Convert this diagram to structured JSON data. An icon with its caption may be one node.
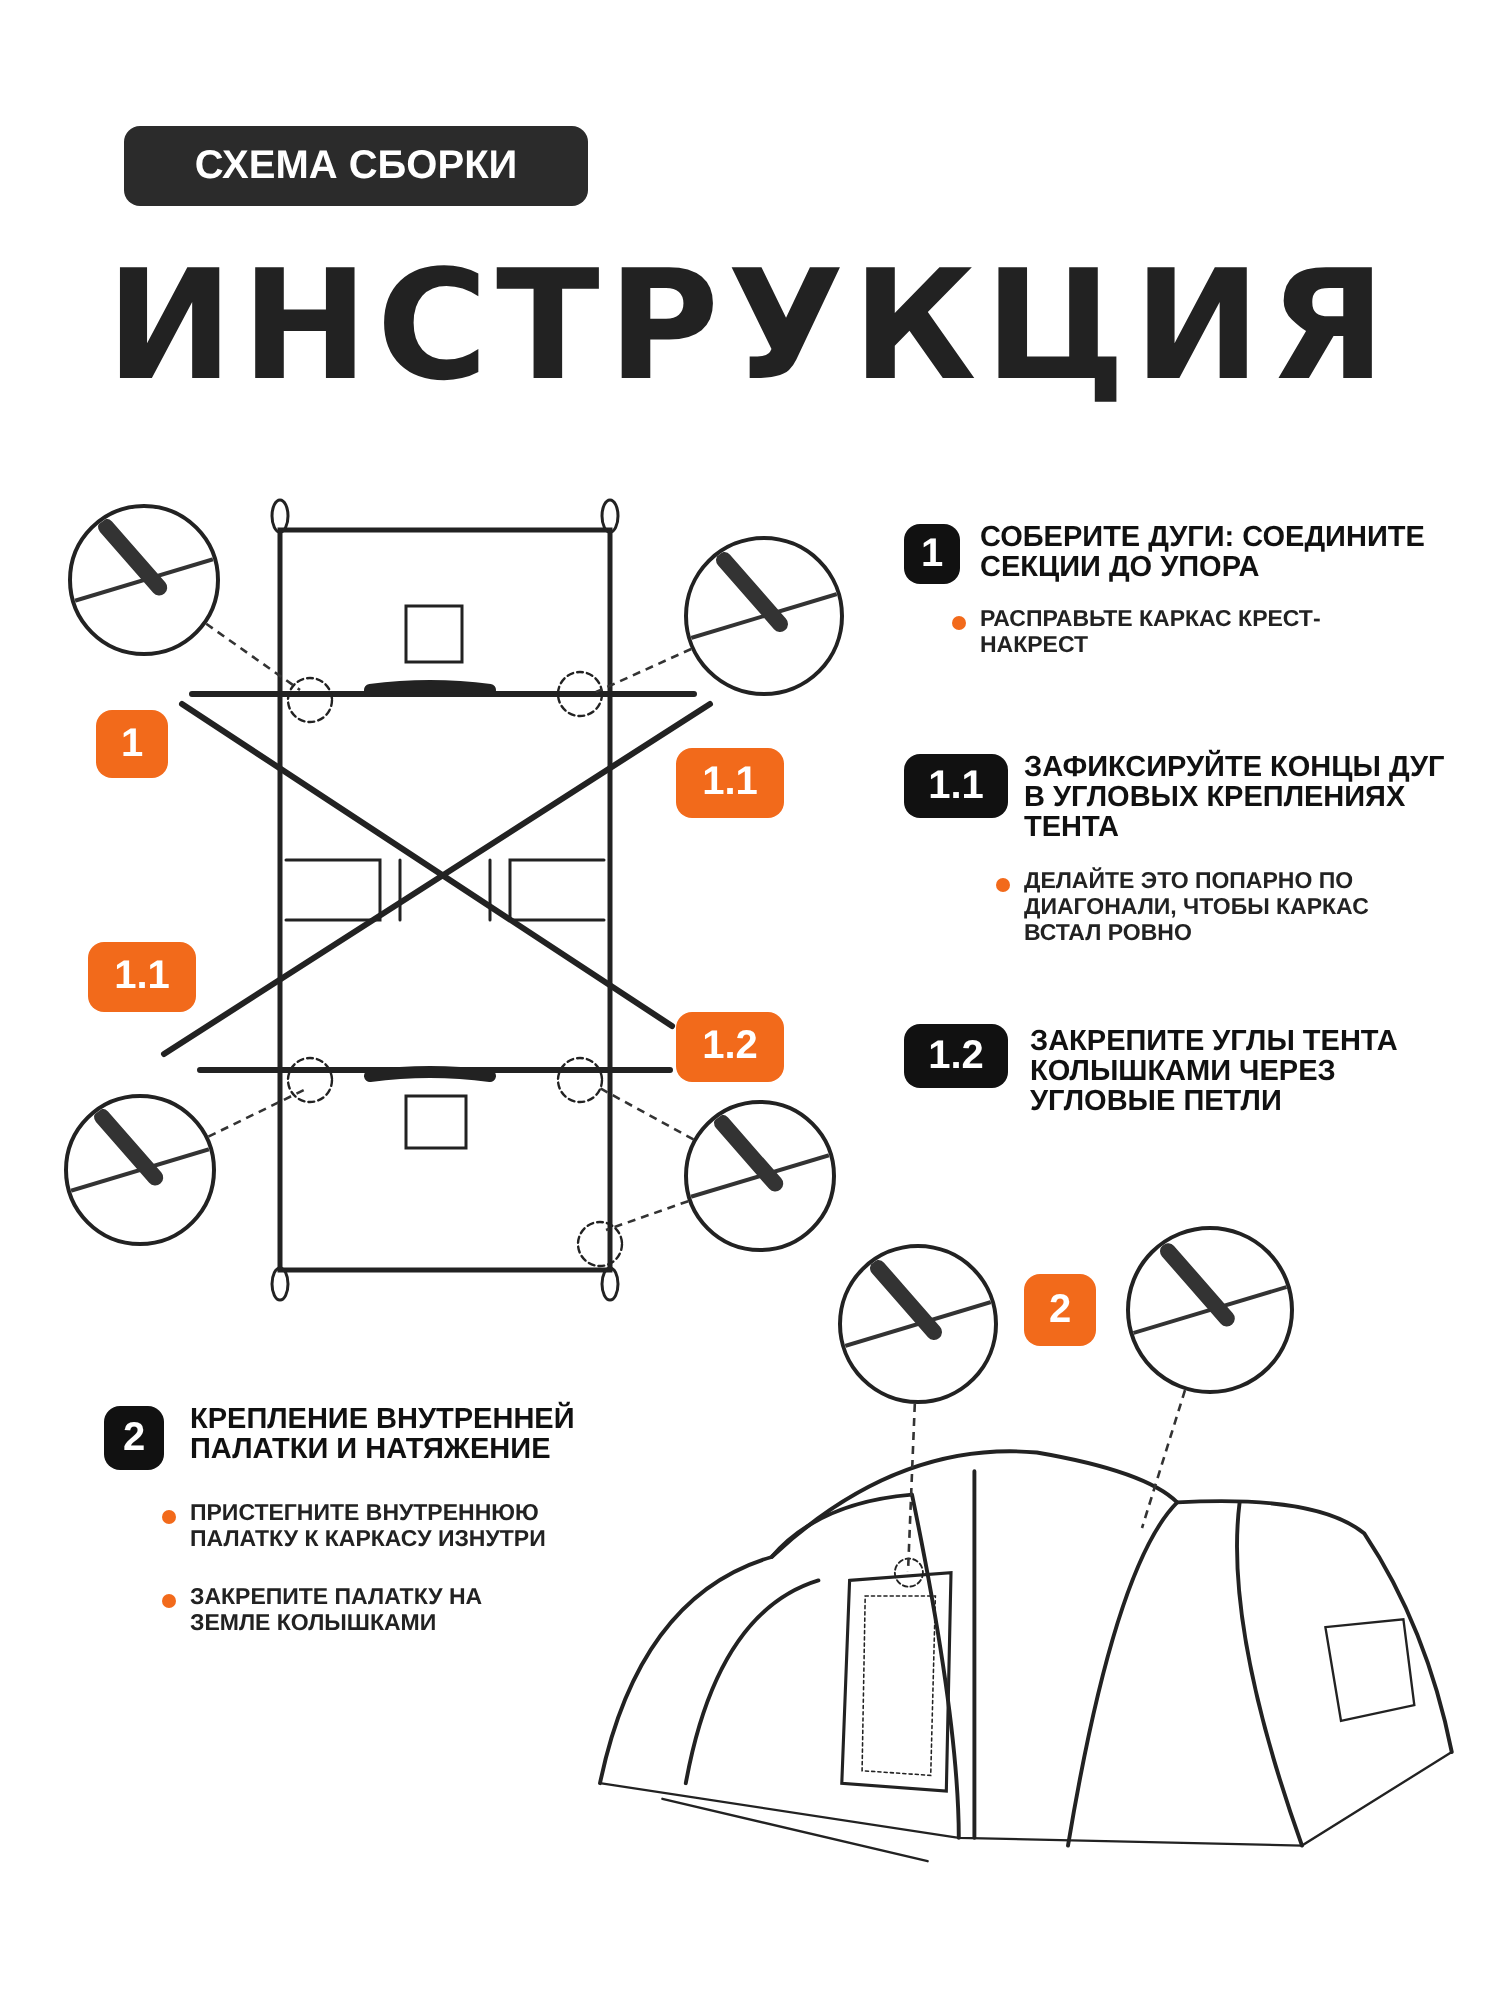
{
  "diagram": {
    "title": "ИНСТРУКЦИЯ",
    "nodes": [
      {
        "text": [
          "СХЕМА СБОРКИ"
        ]
      },
      {
        "text": [],
        "shape": "picture"
      },
      {
        "text": [],
        "shape": "picture"
      },
      {
        "text": [
          "1"
        ]
      },
      {
        "text": [
          "1.1"
        ]
      },
      {
        "text": [
          "1.1"
        ]
      },
      {
        "text": [
          "1.2"
        ]
      },
      {
        "text": [],
        "shape": "picture"
      },
      {
        "text": [],
        "shape": "picture"
      },
      {
        "text": [
          "1"
        ],
        "beside": [
          "СОБЕРИТЕ ДУГИ: СОЕДИНИТЕ СЕКЦИИ ДО УПОРА",
          "РАСПРАВЬТЕ КАРКАС КРЕСТ-НАКРЕСТ"
        ]
      },
      {
        "text": [
          "1.1"
        ],
        "beside": [
          "ЗАФИКСИРУЙТЕ КОНЦЫ ДУГ В УГЛОВЫХ КРЕПЛЕНИЯХ ТЕНТА",
          "ДЕЛАЙТЕ ЭТО ПОПАРНО ПО ДИАГОНАЛИ, ЧТОБЫ КАРКАС ВСТАЛ РОВНО"
        ]
      },
      {
        "text": [
          "1.2"
        ],
        "beside": [
          "ЗАКРЕПИТЕ УГЛЫ ТЕНТА КОЛЫШКАМИ ЧЕРЕЗ УГЛОВЫЕ ПЕТЛИ"
        ]
      },
      {
        "text": [],
        "shape": "picture"
      },
      {
        "text": [
          "2"
        ]
      },
      {
        "text": [],
        "shape": "picture"
      },
      {
        "text": [
          "2"
        ],
        "beside": [
          "КРЕПЛЕНИЕ ВНУТРЕННЕЙ ПАЛАТКИ И НАТЯЖЕНИЕ",
          "ПРИСТЕГНИТЕ ВНУТРЕННЮЮ ПАЛАТКУ К КАРКАСУ ИЗНУТРИ",
          "ЗАКРЕПИТЕ ПАЛАТКУ НА ЗЕМЛЕ КОЛЫШКАМИ"
        ]
      }
    ],
    "edges": [
      {
        "from": 1,
        "to": null,
        "arrow": "none",
        "style": "dashed"
      },
      {
        "from": 2,
        "to": null,
        "arrow": "none",
        "style": "dashed"
      },
      {
        "from": 7,
        "to": null,
        "arrow": "none",
        "style": "dashed"
      },
      {
        "from": 8,
        "to": null,
        "arrow": "none",
        "style": "dashed"
      },
      {
        "from": 8,
        "to": null,
        "arrow": "none",
        "style": "dashed"
      },
      {
        "from": 12,
        "to": null,
        "arrow": "none",
        "style": "dashed"
      },
      {
        "from": 14,
        "to": null,
        "arrow": "none",
        "style": "dashed"
      }
    ]
  }
}
